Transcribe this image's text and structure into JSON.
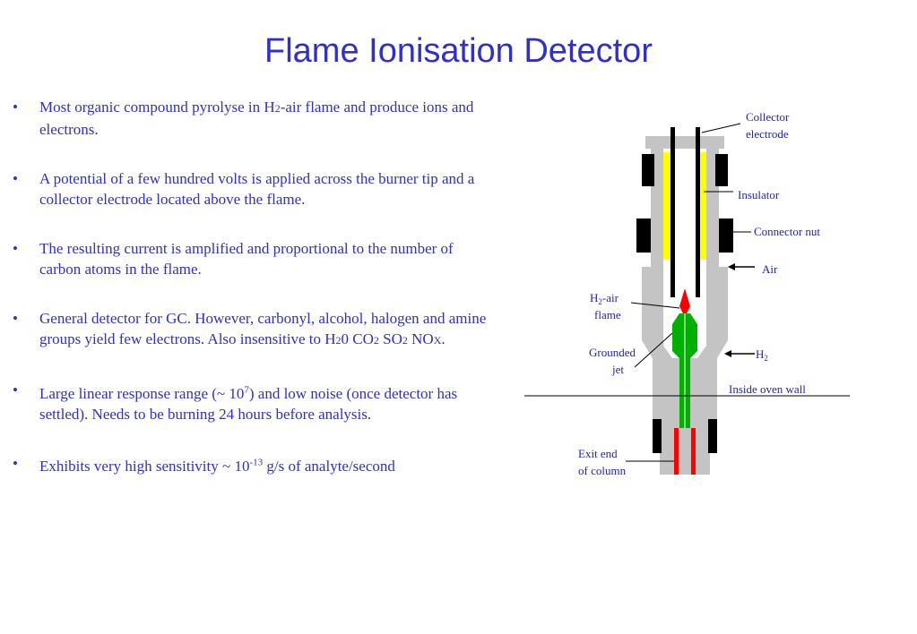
{
  "title": "Flame Ionisation Detector",
  "bullets": [
    {
      "text": "Most organic compound pyrolyse in H2-air flame and produce ions and electrons."
    },
    {
      "text": "A potential of a few hundred volts is applied across the burner tip and a collector electrode located above the flame."
    },
    {
      "text": "The resulting current is amplified and proportional to the number of carbon atoms in the flame."
    },
    {
      "text": "General detector for GC. However, carbonyl, alcohol, halogen and amine groups yield few electrons. Also insensitive to H20 CO2 SO2 NOX."
    },
    {
      "text": "Large linear response range (~ 10^7) and low noise (once detector has settled). Needs to be burning 24 hours before analysis."
    },
    {
      "text": "Exhibits very high sensitivity ~ 10^-13 g/s of analyte/second"
    }
  ],
  "bullet_parts": {
    "b1_a": "Most organic compound pyrolyse in H",
    "b1_sub": "2",
    "b1_b": "-air flame and produce ions and electrons.",
    "b4_a": "General detector for GC. However, carbonyl, alcohol, halogen and amine groups yield few electrons. Also insensitive to H",
    "b4_sub1": "2",
    "b4_b": "0 CO",
    "b4_sub2": "2",
    "b4_c": " SO",
    "b4_sub3": "2",
    "b4_d": " NO",
    "b4_sub4": "X",
    "b4_e": ".",
    "b5_a": "Large linear response range (~ 10",
    "b5_sup": "7",
    "b5_b": ") and low noise (once detector has settled). Needs to be burning 24 hours before analysis.",
    "b6_a": "Exhibits very high sensitivity ~ 10",
    "b6_sup": "-13",
    "b6_b": "  g/s of analyte/second"
  },
  "bullet_symbol": "•",
  "diagram": {
    "labels": {
      "collector_1": "Collector",
      "collector_2": "electrode",
      "insulator": "Insulator",
      "connector_nut": "Connector nut",
      "air": "Air",
      "h2air_1a": "H",
      "h2air_1sub": "2",
      "h2air_1b": "-air",
      "h2air_2": "flame",
      "grounded_1": "Grounded",
      "grounded_2": "jet",
      "h2_a": "H",
      "h2_sub": "2",
      "inside_oven": "Inside oven wall",
      "exit_1": "Exit end",
      "exit_2": "of column"
    },
    "colors": {
      "metal": "#c4c4c4",
      "nut": "#000000",
      "insulator": "#ffff00",
      "flame": "#ff0000",
      "jet": "#00b000",
      "column": "#ff0000",
      "label": "#1f1fc0"
    }
  }
}
